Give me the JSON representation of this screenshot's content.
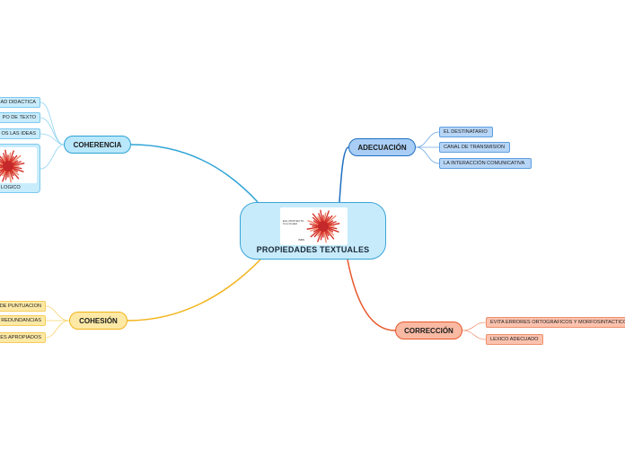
{
  "central": {
    "title": "PROPIEDADES TEXTUALES",
    "image_text": [
      "EUL PROYECTO",
      "Una Ciudad",
      "ISBN"
    ]
  },
  "branches": {
    "coherencia": {
      "label": "COHERENCIA",
      "color": "#2ea3d6",
      "fill": "#b9e7fb",
      "items": [
        "AD DIDACTICA",
        "PO DE TEXTO",
        "OS LAS IDEAS",
        "LOGICO"
      ]
    },
    "cohesion": {
      "label": "COHESIÓN",
      "color": "#f2b318",
      "fill": "#fde9a5",
      "items": [
        "DE PUNTUACION",
        "REDUNDANCIAS",
        "ES APROPIADOS"
      ]
    },
    "adecuacion": {
      "label": "ADECUACIÓN",
      "color": "#1f6fc0",
      "fill": "#a9cdf5",
      "items": [
        "EL DESTINATARIO",
        "CANAL DE TRANSMISION",
        "LA INTERACCIÓN COMUNICATIVA"
      ]
    },
    "correccion": {
      "label": "CORRECCIÓN",
      "color": "#e8572a",
      "fill": "#f9b9a3",
      "items": [
        "EVITA ERRORES ORTOGRAFICOS Y MORFOSINTACTICOS",
        "LEXICO ADECUADO"
      ]
    }
  },
  "icons": {
    "central_image": "red-radial-sphere-icon",
    "leaf_image": "red-radial-sphere-icon"
  }
}
